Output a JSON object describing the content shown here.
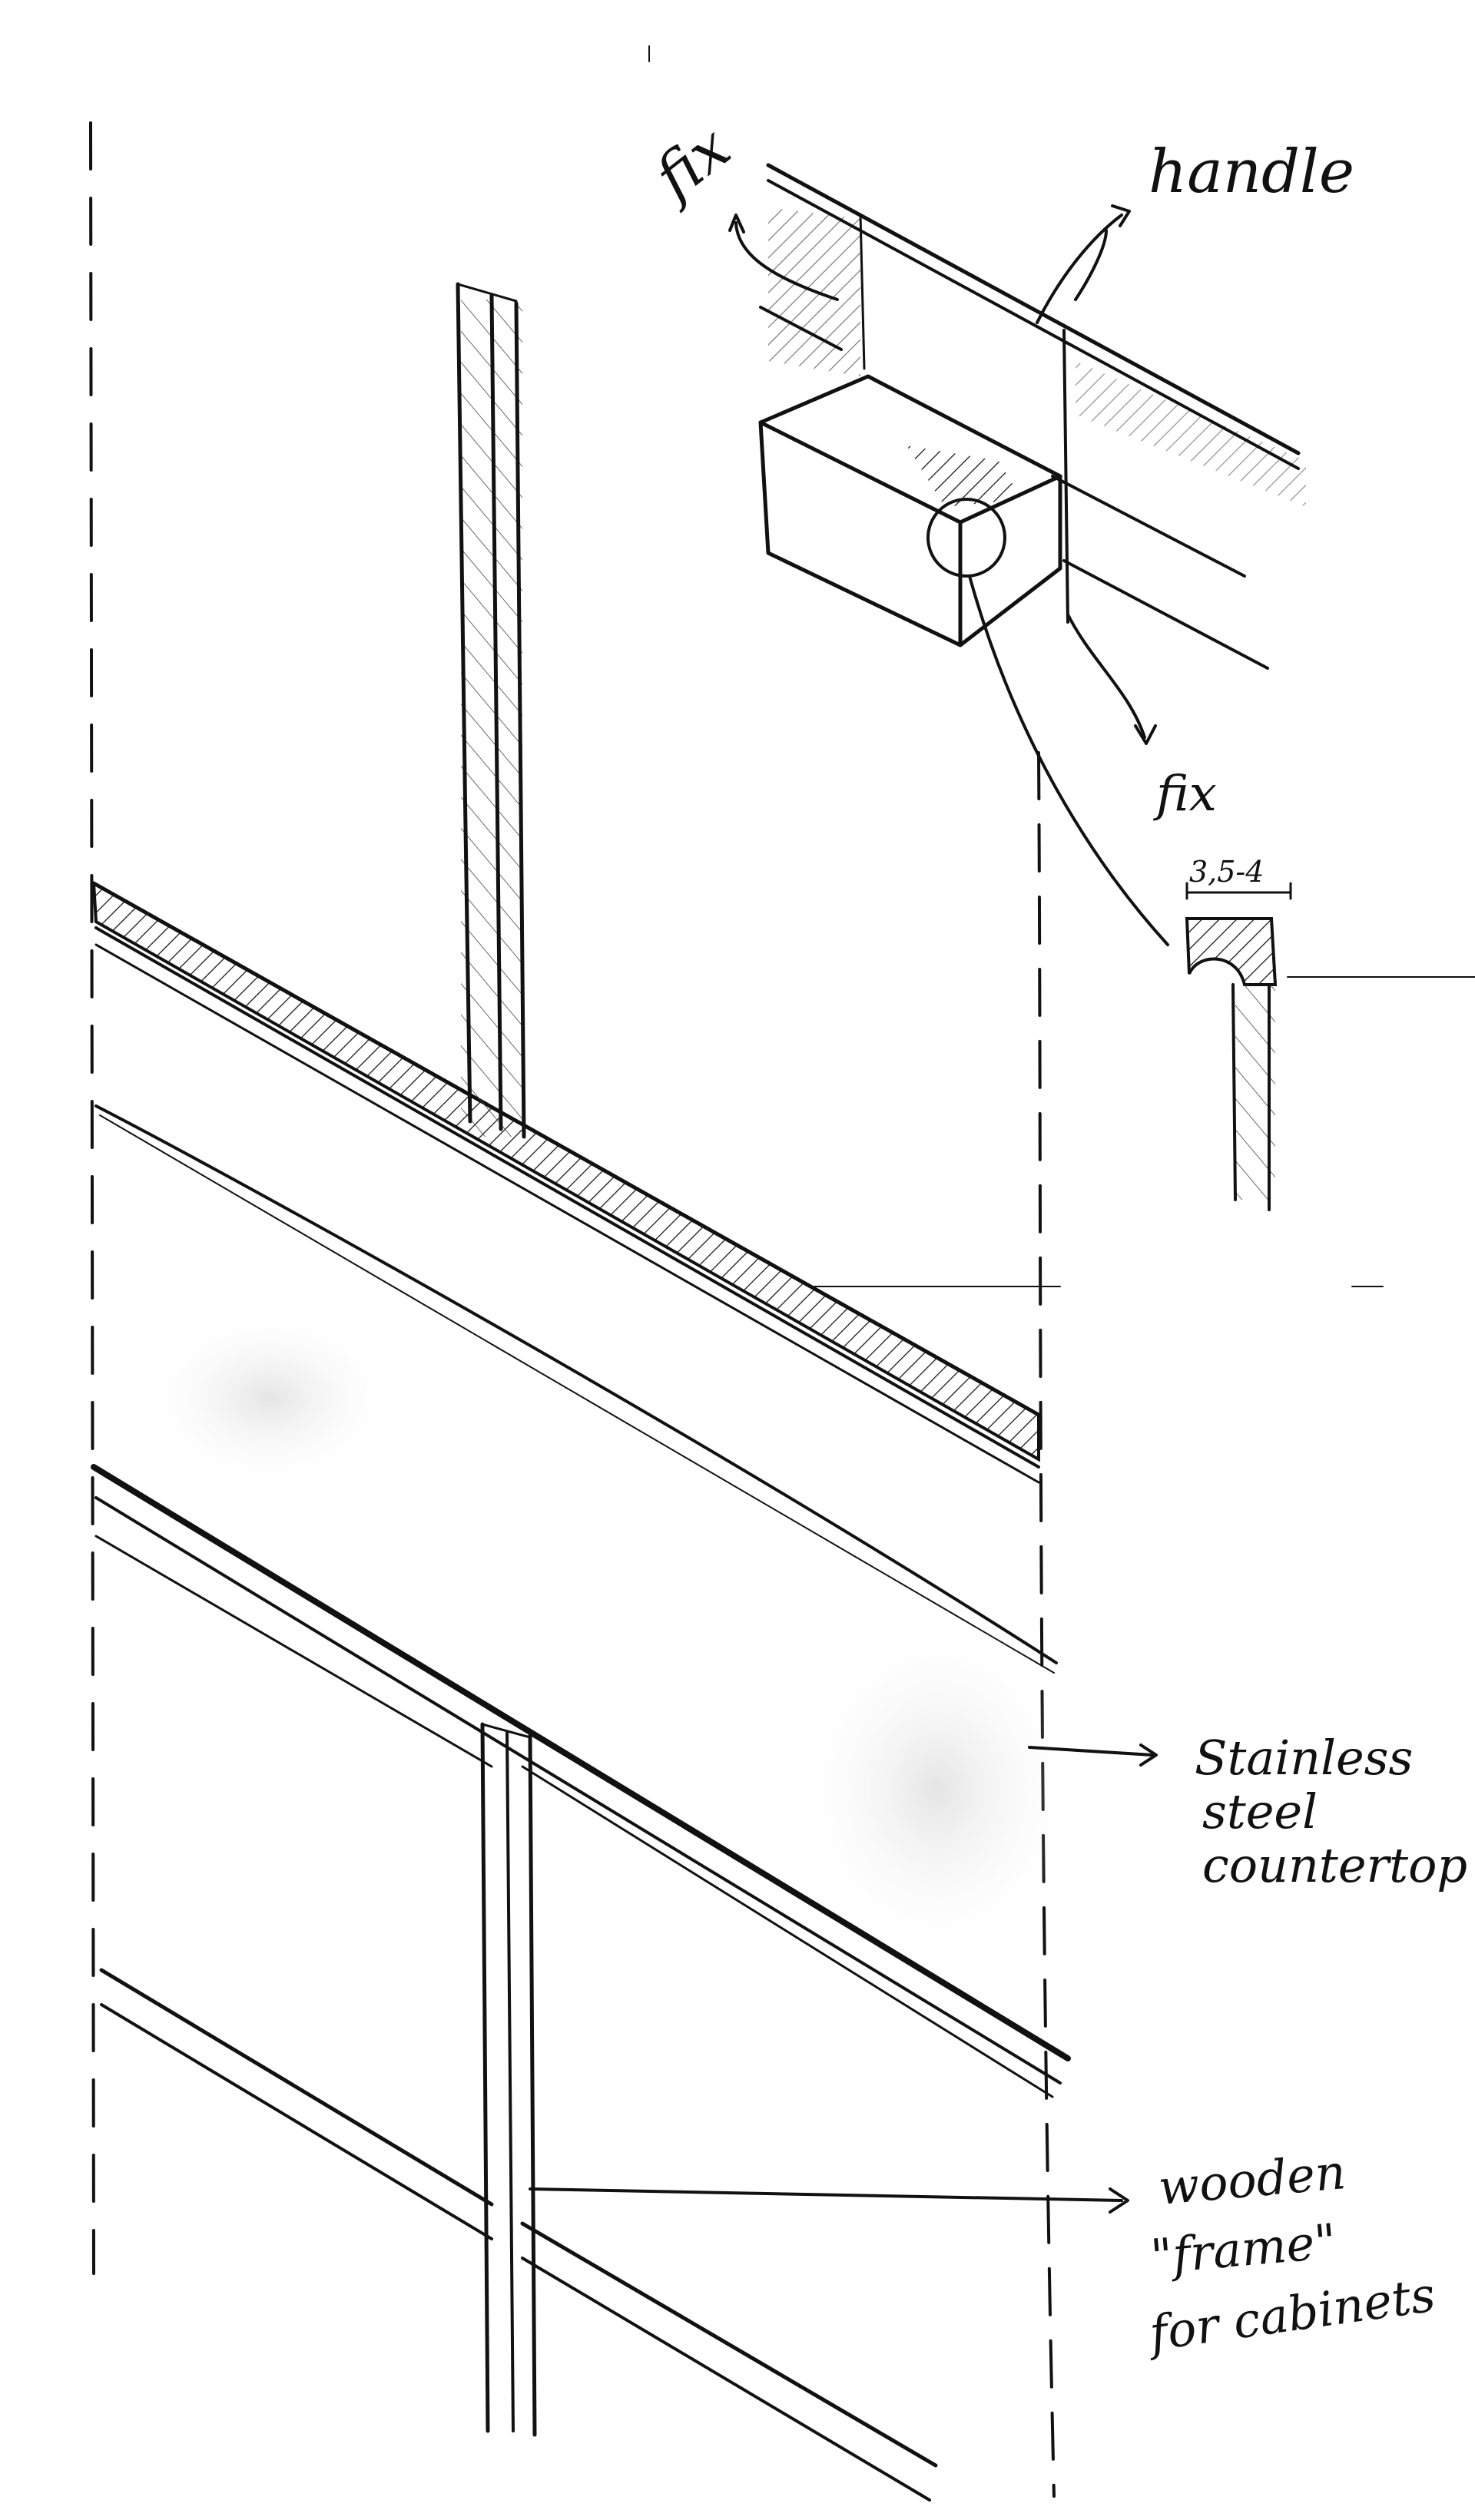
{
  "labels": {
    "fix_top": "fix",
    "handle": "handle",
    "fix_bottom": "fix",
    "dimension": "3,5-4",
    "countertop": [
      "Stainless",
      "steel",
      "countertop"
    ],
    "frame": [
      "wooden",
      "\"frame\"",
      "for cabinets"
    ]
  },
  "colors": {
    "ink": "#111111",
    "paper": "#ffffff"
  }
}
